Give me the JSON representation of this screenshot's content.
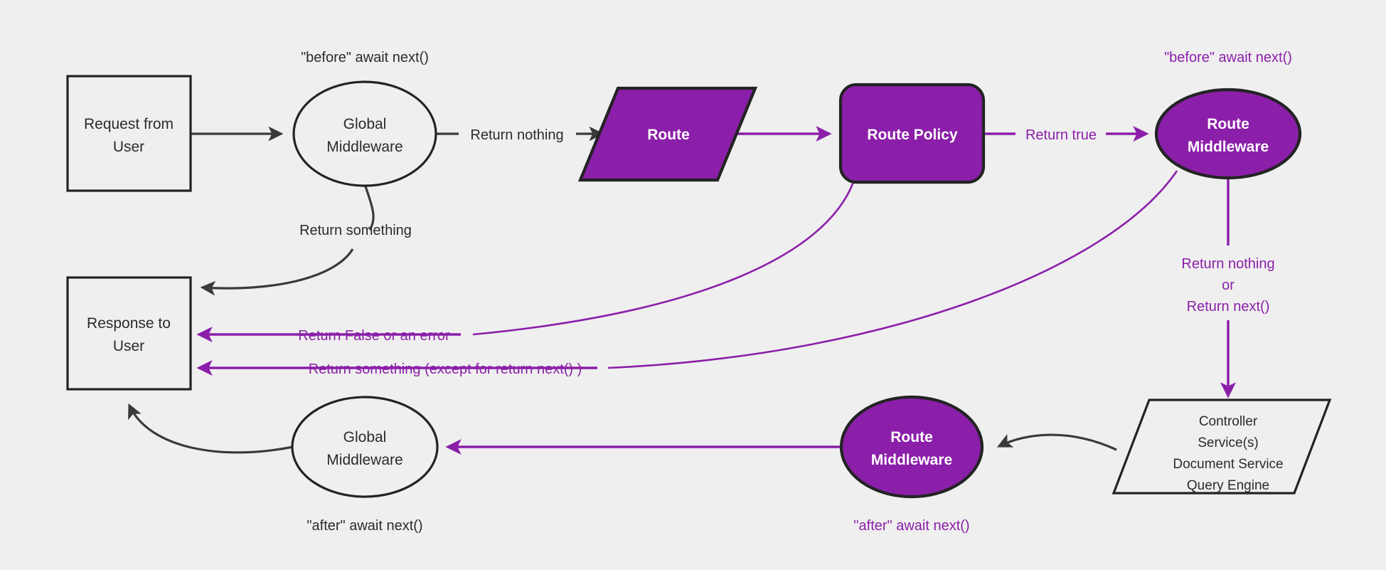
{
  "diagram": {
    "title": "Middleware request/response lifecycle flowchart",
    "background_color": "#efefef",
    "accent_color": "#8b1fa9",
    "outline_color": "#232323",
    "dark_text_color": "#2b2b2b"
  },
  "nodes": {
    "request_from_user": {
      "line1": "Request from",
      "line2": "User",
      "shape": "rectangle",
      "style": "outline"
    },
    "global_middleware_top": {
      "line1": "Global",
      "line2": "Middleware",
      "shape": "ellipse",
      "style": "outline"
    },
    "route": {
      "line1": "Route",
      "shape": "parallelogram",
      "style": "filled-purple"
    },
    "route_policy": {
      "line1": "Route Policy",
      "shape": "rounded-rectangle",
      "style": "filled-purple"
    },
    "route_middleware_top": {
      "line1": "Route",
      "line2": "Middleware",
      "shape": "ellipse",
      "style": "filled-purple"
    },
    "controller_stack": {
      "line1": "Controller",
      "line2": "Service(s)",
      "line3": "Document Service",
      "line4": "Query Engine",
      "shape": "parallelogram",
      "style": "outline"
    },
    "route_middleware_bottom": {
      "line1": "Route",
      "line2": "Middleware",
      "shape": "ellipse",
      "style": "filled-purple"
    },
    "global_middleware_bottom": {
      "line1": "Global",
      "line2": "Middleware",
      "shape": "ellipse",
      "style": "outline"
    },
    "response_to_user": {
      "line1": "Response to",
      "line2": "User",
      "shape": "rectangle",
      "style": "outline"
    }
  },
  "annotations": {
    "before_await_next_global": {
      "text": "\"before\" await next()",
      "color": "dark"
    },
    "before_await_next_route": {
      "text": "\"before\" await next()",
      "color": "purple"
    },
    "after_await_next_global": {
      "text": "\"after\" await next()",
      "color": "dark"
    },
    "after_await_next_route": {
      "text": "\"after\" await next()",
      "color": "purple"
    }
  },
  "edges": [
    {
      "id": "request-to-global",
      "label": "",
      "color": "dark"
    },
    {
      "id": "global-to-route",
      "label": "Return nothing",
      "color": "dark"
    },
    {
      "id": "global-to-response",
      "label": "Return something",
      "color": "dark"
    },
    {
      "id": "route-to-policy",
      "label": "",
      "color": "purple"
    },
    {
      "id": "policy-to-route-middleware",
      "label": "Return true",
      "color": "purple"
    },
    {
      "id": "policy-to-response",
      "label": "Return False or an error",
      "color": "purple"
    },
    {
      "id": "route-middleware-to-response",
      "label": "Return something (except for return next() )",
      "color": "purple"
    },
    {
      "id": "route-middleware-to-controller",
      "label_line1": "Return nothing",
      "label_line2": "or",
      "label_line3": "Return next()",
      "color": "purple"
    },
    {
      "id": "controller-to-route-middleware-bottom",
      "label": "",
      "color": "dark"
    },
    {
      "id": "route-middleware-bottom-to-global-bottom",
      "label": "",
      "color": "purple"
    },
    {
      "id": "global-bottom-to-response",
      "label": "",
      "color": "dark"
    }
  ],
  "edge_labels": {
    "return_nothing": "Return nothing",
    "return_something": "Return something",
    "return_true": "Return true",
    "return_false_or_error": "Return False or an error",
    "return_something_except": "Return something (except for return next() )",
    "return_nothing_2": "Return nothing",
    "or": "or",
    "return_next": "Return next()"
  }
}
